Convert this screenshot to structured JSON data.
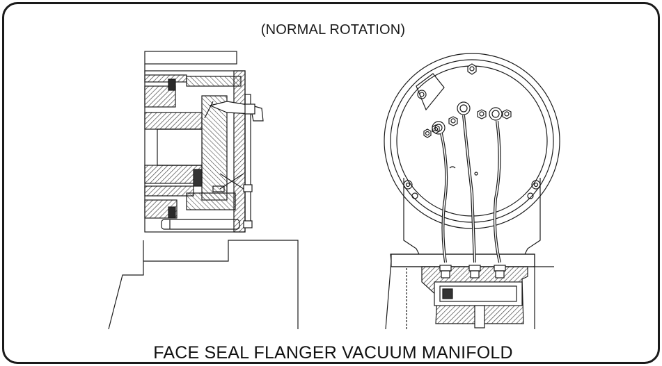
{
  "diagram": {
    "top_caption": "(NORMAL ROTATION)",
    "bottom_caption": "FACE SEAL FLANGER VACUUM MANIFOLD",
    "line_color": "#1a1a1a",
    "hatch_color": "#555555",
    "views": [
      {
        "name": "side-section-view",
        "description_icon": "cross-section"
      },
      {
        "name": "rear-face-view",
        "description_icon": "vacuum-manifold-face"
      }
    ]
  }
}
